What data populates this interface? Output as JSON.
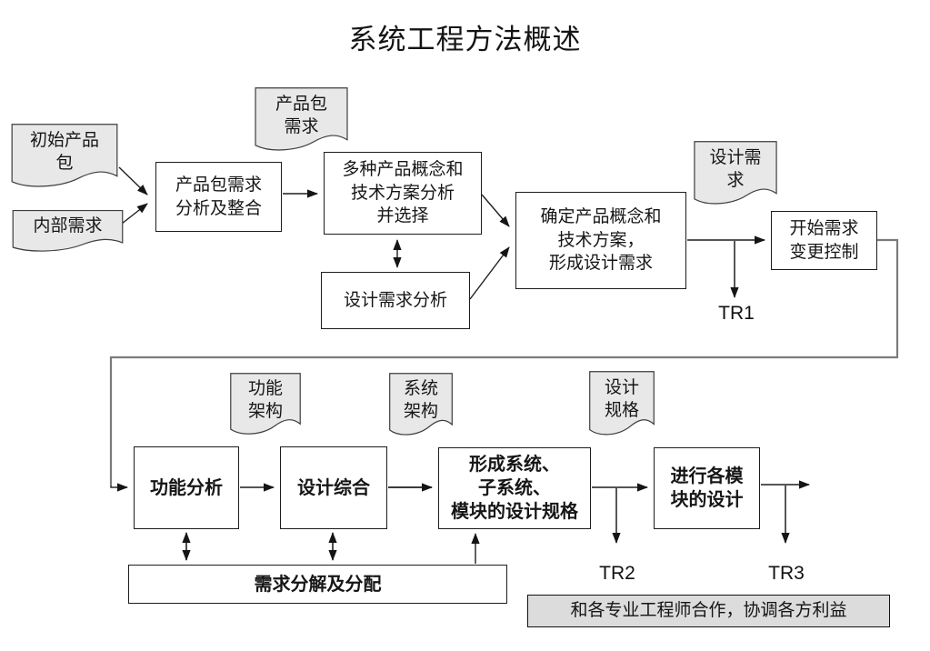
{
  "title": "系统工程方法概述",
  "colors": {
    "doc_fill": "#e8e8e8",
    "note_fill": "#dcdcdc",
    "line_black": "#1f1f1f",
    "line_gray": "#7b7b7b"
  },
  "nodes": {
    "initial_package": "初始产品\n包",
    "internal_req": "内部需求",
    "package_req_doc": "产品包\n需求",
    "package_req_analysis": "产品包需求\n分析及整合",
    "multi_concept": "多种产品概念和\n技术方案分析\n并选择",
    "design_req_analysis": "设计需求分析",
    "confirm_concept": "确定产品概念和\n技术方案，\n形成设计需求",
    "design_req_doc": "设计需\n求",
    "change_control": "开始需求\n变更控制",
    "functional_arch_doc": "功能\n架构",
    "system_arch_doc": "系统\n架构",
    "design_spec_doc": "设计\n规格",
    "functional_analysis": "功能分析",
    "design_synthesis": "设计综合",
    "form_specs": "形成系统、\n子系统、\n模块的设计规格",
    "module_design": "进行各模\n块的设计",
    "req_decompose": "需求分解及分配",
    "collaboration": "和各专业工程师合作，协调各方利益"
  },
  "labels": {
    "tr1": "TR1",
    "tr2": "TR2",
    "tr3": "TR3"
  }
}
